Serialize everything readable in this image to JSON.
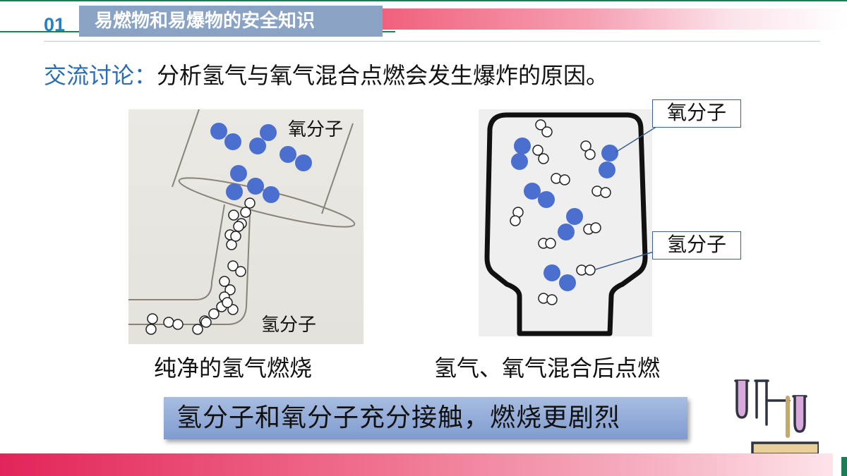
{
  "header": {
    "section_number": "01",
    "section_title": "易燃物和易爆物的安全知识"
  },
  "question": {
    "lead": "交流讨论：",
    "text": "分析氢气与氧气混合点燃会发生爆炸的原因。"
  },
  "left_figure": {
    "oxygen_label": "氧分子",
    "hydrogen_label": "氢分子",
    "caption": "纯净的氢气燃烧"
  },
  "right_figure": {
    "oxygen_label": "氧分子",
    "hydrogen_label": "氢分子",
    "caption": "氢气、氧气混合后点燃"
  },
  "conclusion": "氢分子和氧分子充分接触，燃烧更剧烈",
  "colors": {
    "oxygen_molecule": "#4a6fcf",
    "hydrogen_molecule": "#ffffff",
    "accent_blue": "#2a6db4",
    "header_box": "#8aa3c4",
    "bottom_bar": "#e2245a"
  },
  "icons": {
    "decoration": "test-tube-rack-icon"
  }
}
